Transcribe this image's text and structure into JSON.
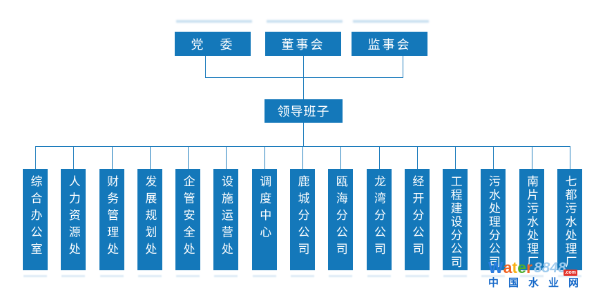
{
  "colors": {
    "box_blue": "#1478ba",
    "line_blue": "#1f7dbd",
    "text_white": "#ffffff",
    "site_name_blue": "#1669c9",
    "logo_tld_red": "#e3342b"
  },
  "org_chart": {
    "top_row": [
      {
        "label": "党　委"
      },
      {
        "label": "董事会"
      },
      {
        "label": "监事会"
      }
    ],
    "leadership": {
      "label": "领导班子"
    },
    "departments": [
      {
        "label": "综合办公室"
      },
      {
        "label": "人力资源处"
      },
      {
        "label": "财务管理处"
      },
      {
        "label": "发展规划处"
      },
      {
        "label": "企管安全处"
      },
      {
        "label": "设施运营处"
      },
      {
        "label": "调度中心"
      },
      {
        "label": "鹿城分公司"
      },
      {
        "label": "瓯海分公司"
      },
      {
        "label": "龙湾分公司"
      },
      {
        "label": "经开分公司"
      },
      {
        "label": "工程建设分公司"
      },
      {
        "label": "污水处理分公司"
      },
      {
        "label": "南片污水处理厂"
      },
      {
        "label": "七都污水处理厂"
      }
    ]
  },
  "watermark": {
    "logo_letters": [
      {
        "char": "W",
        "color": "#2a7de1"
      },
      {
        "char": "a",
        "color": "#f06423"
      },
      {
        "char": "t",
        "color": "#f9b013"
      },
      {
        "char": "e",
        "color": "#4faf2e"
      },
      {
        "char": "r",
        "color": "#f06423"
      }
    ],
    "logo_number": "8848",
    "logo_number_color": "#9fcbed",
    "logo_tld": ".com",
    "site_name": "中国水业网"
  }
}
